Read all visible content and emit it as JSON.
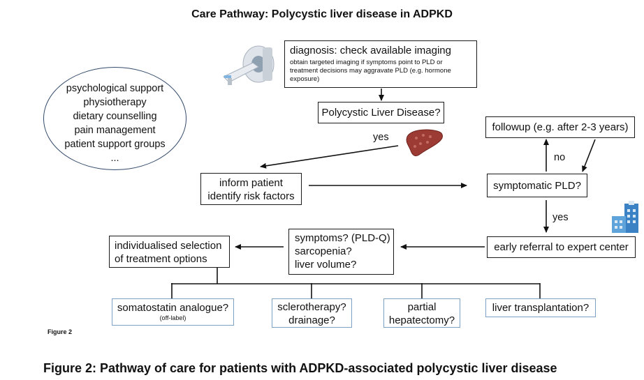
{
  "title": "Care Pathway: Polycystic liver disease in ADPKD",
  "oval_items": [
    "psychological support",
    "physiotherapy",
    "dietary counselling",
    "pain management",
    "patient support groups",
    "..."
  ],
  "nodes": {
    "diagnosis_title": "diagnosis: check available imaging",
    "diagnosis_note": "obtain targeted imaging if symptoms point to PLD or treatment decisions may aggravate PLD (e.g. hormone exposure)",
    "pld_question": "Polycystic Liver Disease?",
    "followup": "followup (e.g. after 2-3 years)",
    "inform_line1": "inform patient",
    "inform_line2": "identify risk factors",
    "symptomatic": "symptomatic PLD?",
    "referral": "early referral to expert center",
    "symptoms_line1": "symptoms? (PLD-Q)",
    "symptoms_line2": "sarcopenia?",
    "symptoms_line3": "liver volume?",
    "select_line1": "individualised selection",
    "select_line2": "of treatment options"
  },
  "edge_labels": {
    "yes_top": "yes",
    "no": "no",
    "yes_right": "yes"
  },
  "options": {
    "somatostatin": "somatostatin analogue?",
    "somatostatin_note": "(off-label)",
    "sclero_line1": "sclerotherapy?",
    "sclero_line2": "drainage?",
    "partial_line1": "partial",
    "partial_line2": "hepatectomy?",
    "transplant": "liver transplantation?"
  },
  "figure_label": "Figure 2",
  "caption": "Figure 2: Pathway of care for patients with ADPKD-associated polycystic liver disease",
  "icons": [
    "mri-scanner-icon",
    "liver-icon",
    "hospital-icon"
  ],
  "colors": {
    "option_border": "#7ea0c4",
    "liver": "#9c3b34",
    "hospital": "#3a82c4"
  }
}
